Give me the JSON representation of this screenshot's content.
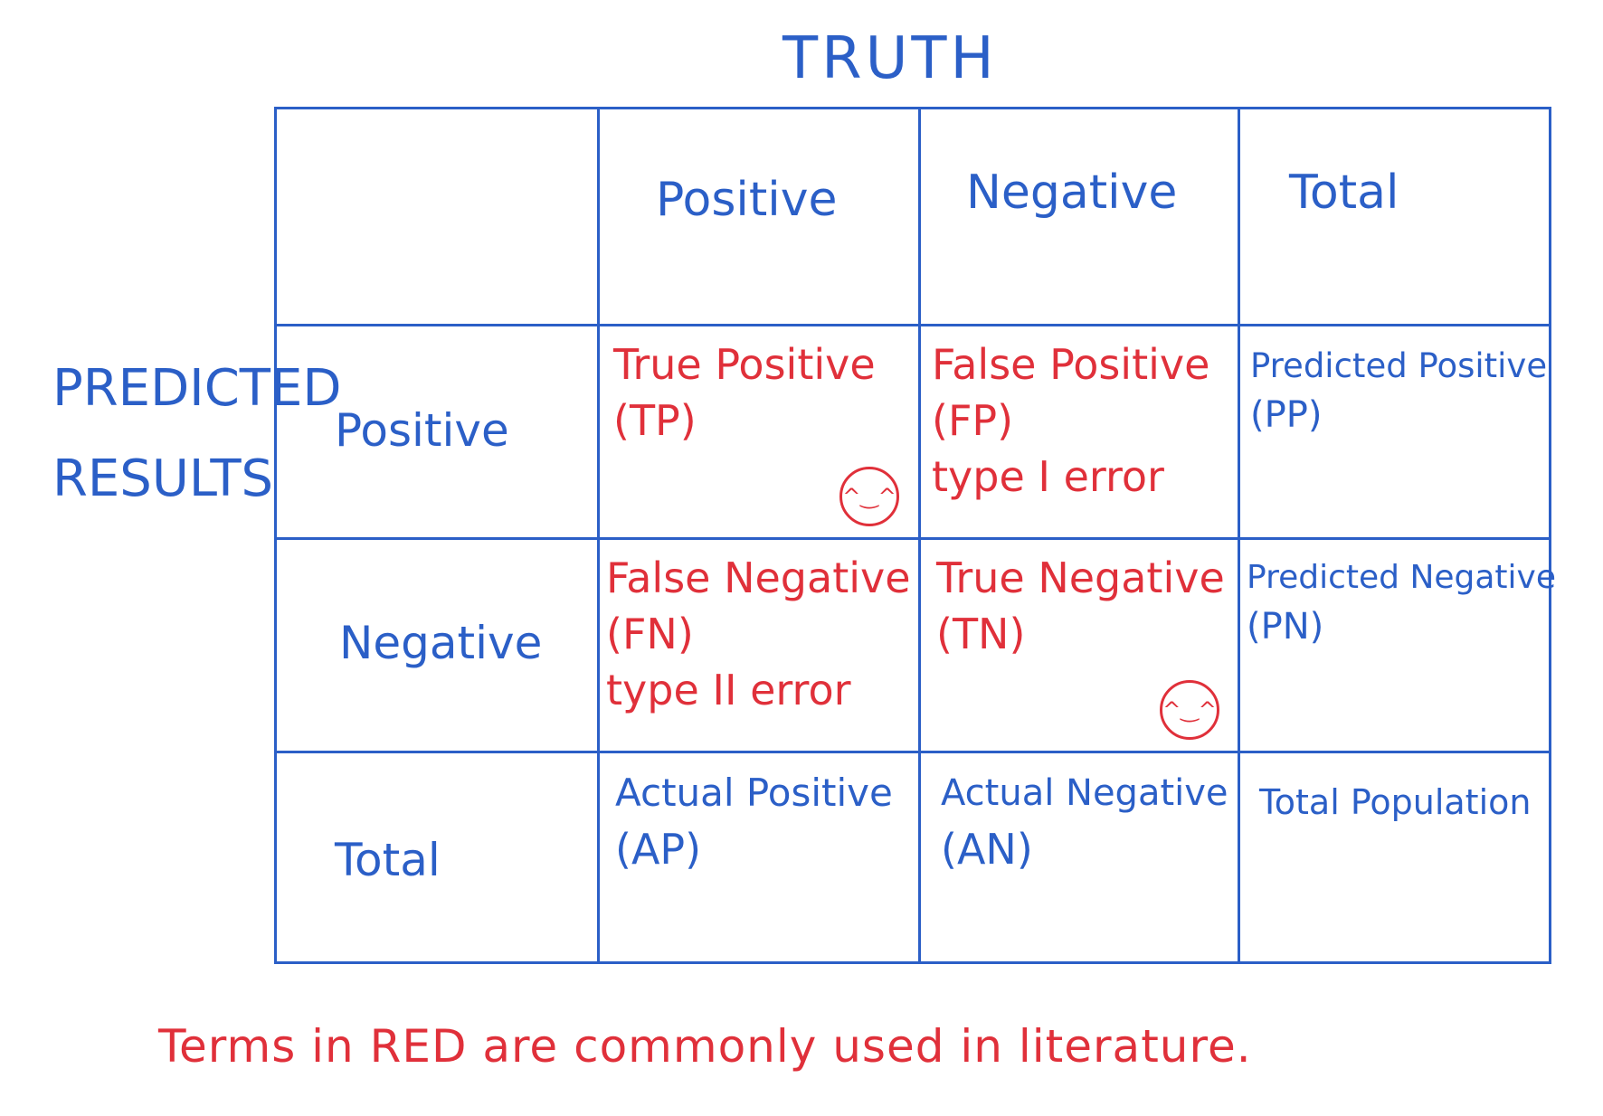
{
  "title": "TRUTH",
  "side_label": {
    "line1": "PREDICTED",
    "line2": "RESULTS"
  },
  "columns": [
    "Positive",
    "Negative",
    "Total"
  ],
  "rows": [
    "Positive",
    "Negative",
    "Total"
  ],
  "cells": {
    "tp": {
      "term": "True Positive",
      "abbr": "(TP)"
    },
    "fp": {
      "term": "False Positive",
      "abbr": "(FP)",
      "note": "type I error"
    },
    "pp": {
      "term": "Predicted Positive",
      "abbr": "(PP)"
    },
    "fn": {
      "term": "False Negative",
      "abbr": "(FN)",
      "note": "type II error"
    },
    "tn": {
      "term": "True Negative",
      "abbr": "(TN)"
    },
    "pn": {
      "term": "Predicted Negative",
      "abbr": "(PN)"
    },
    "ap": {
      "term": "Actual Positive",
      "abbr": "(AP)"
    },
    "an": {
      "term": "Actual Negative",
      "abbr": "(AN)"
    },
    "total": {
      "term": "Total Population"
    }
  },
  "footer": "Terms in RED are commonly used in literature.",
  "colors": {
    "blue": "#2b5fc7",
    "red": "#e0303a"
  },
  "icons": {
    "tp": "smiley-icon",
    "tn": "smiley-icon"
  }
}
